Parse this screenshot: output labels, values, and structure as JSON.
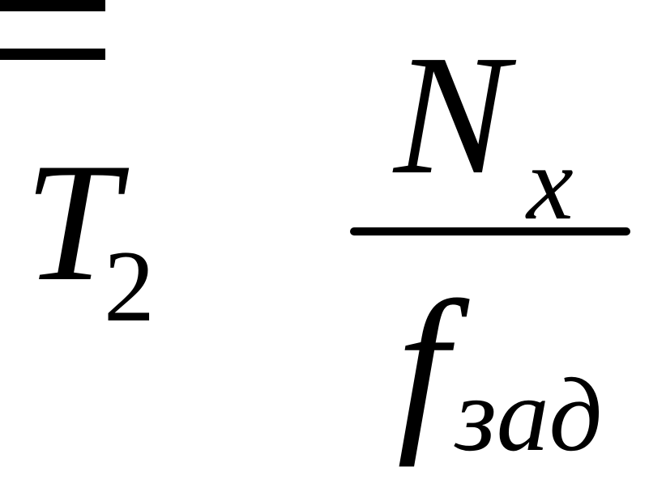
{
  "formula": {
    "lhs": {
      "symbol": "T",
      "subscript": "2"
    },
    "operator": "=",
    "rhs": {
      "numerator": {
        "symbol": "N",
        "subscript": "x"
      },
      "denominator": {
        "symbol": "f",
        "subscript": "зад"
      }
    }
  }
}
